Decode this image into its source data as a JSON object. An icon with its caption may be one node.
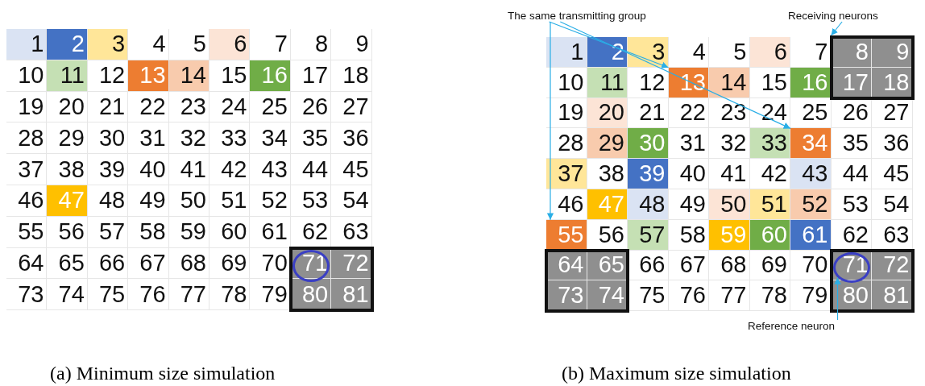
{
  "diagram": {
    "nodes": [
      {
        "text": [
          "13"
        ]
      },
      {
        "text": [],
        "shape": "circle"
      },
      {
        "text": [
          "The same transmitting group"
        ]
      },
      {
        "text": [
          "Receiving neurons"
        ]
      },
      {
        "text": [
          "Reference neuron"
        ]
      },
      {
        "text": [
          "13"
        ]
      },
      {
        "text": [
          "34"
        ]
      },
      {
        "text": [
          "55"
        ]
      },
      {
        "text": [],
        "shape": "box"
      },
      {
        "text": [],
        "shape": "circle"
      }
    ],
    "edges": [
      {
        "from": 2,
        "to": 5,
        "arrow": "to"
      },
      {
        "from": 2,
        "to": 6,
        "arrow": "to"
      },
      {
        "from": 2,
        "to": 7,
        "arrow": "to"
      },
      {
        "from": 3,
        "to": 8,
        "arrow": "to"
      },
      {
        "from": 4,
        "to": 9,
        "arrow": "to"
      }
    ],
    "labels": [
      "1",
      "2",
      "3",
      "4",
      "5",
      "6",
      "7",
      "8",
      "9",
      "10",
      "11",
      "12",
      "14",
      "15",
      "16",
      "17",
      "18",
      "19",
      "20",
      "21",
      "22",
      "23",
      "24",
      "25",
      "26",
      "27",
      "28",
      "29",
      "30",
      "31",
      "32",
      "33",
      "34",
      "35",
      "36",
      "37",
      "38",
      "39",
      "40",
      "41",
      "42",
      "43",
      "44",
      "45",
      "46",
      "47",
      "48",
      "49",
      "50",
      "51",
      "52",
      "53",
      "54",
      "55",
      "56",
      "57",
      "58",
      "59",
      "60",
      "61",
      "62",
      "63",
      "64",
      "65",
      "66",
      "67",
      "68",
      "69",
      "70",
      "71",
      "72",
      "73",
      "74",
      "75",
      "76",
      "77",
      "78",
      "79",
      "80",
      "81",
      "(a) Minimum size simulation",
      "1",
      "2",
      "3",
      "4",
      "5",
      "6",
      "7",
      "8",
      "9",
      "10",
      "11",
      "12",
      "14",
      "15",
      "16",
      "17",
      "18",
      "19",
      "20",
      "21",
      "22",
      "23",
      "24",
      "25",
      "26",
      "27",
      "28",
      "29",
      "30",
      "31",
      "32",
      "33",
      "35",
      "36",
      "37",
      "38",
      "39",
      "40",
      "41",
      "42",
      "43",
      "44",
      "45",
      "46",
      "47",
      "48",
      "49",
      "50",
      "51",
      "52",
      "53",
      "54",
      "56",
      "57",
      "58",
      "59",
      "60",
      "61",
      "62",
      "63",
      "64",
      "65",
      "66",
      "67",
      "68",
      "69",
      "70",
      "71",
      "72",
      "73",
      "74",
      "75",
      "76",
      "77",
      "78",
      "79",
      "80",
      "81",
      "(b) Maximum size simulation"
    ]
  }
}
